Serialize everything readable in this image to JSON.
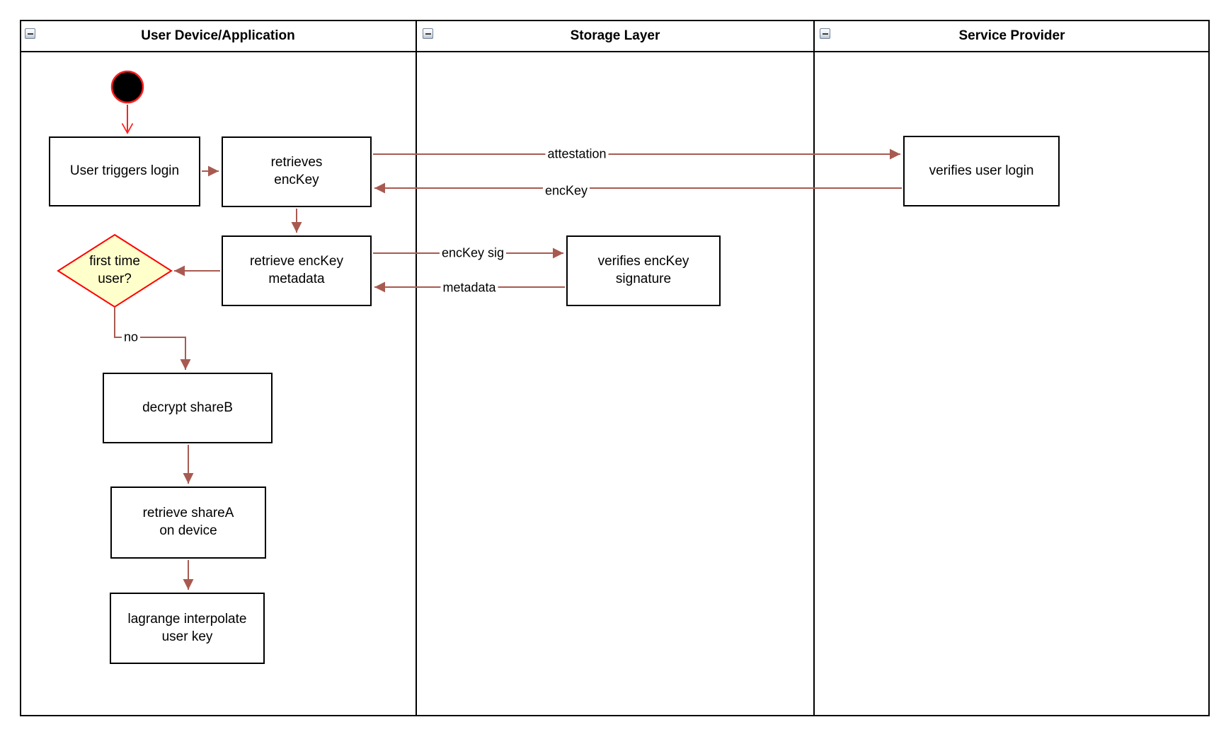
{
  "lanes": [
    {
      "title": "User Device/Application"
    },
    {
      "title": "Storage Layer"
    },
    {
      "title": "Service Provider"
    }
  ],
  "nodes": {
    "user_triggers_login": {
      "label": "User triggers login"
    },
    "retrieves_enckey": {
      "label": "retrieves\nencKey"
    },
    "verifies_user_login": {
      "label": "verifies user login"
    },
    "retrieve_enckey_metadata": {
      "label": "retrieve encKey\nmetadata"
    },
    "verifies_enckey_signature": {
      "label": "verifies encKey\nsignature"
    },
    "first_time_user_decision": {
      "label": "first time\nuser?"
    },
    "decrypt_shareb": {
      "label": "decrypt shareB"
    },
    "retrieve_sharea": {
      "label": "retrieve shareA\non device"
    },
    "lagrange_interpolate": {
      "label": "lagrange interpolate\nuser key"
    }
  },
  "edge_labels": {
    "attestation": "attestation",
    "enckey": "encKey",
    "enckey_sig": "encKey sig",
    "metadata": "metadata",
    "no": "no"
  },
  "colors": {
    "edge": "#a85a50",
    "start_edge": "#ff1f1f",
    "start_fill": "#000000",
    "decision_fill": "#ffffcc",
    "decision_stroke": "#ff0000",
    "node_border": "#000000"
  }
}
